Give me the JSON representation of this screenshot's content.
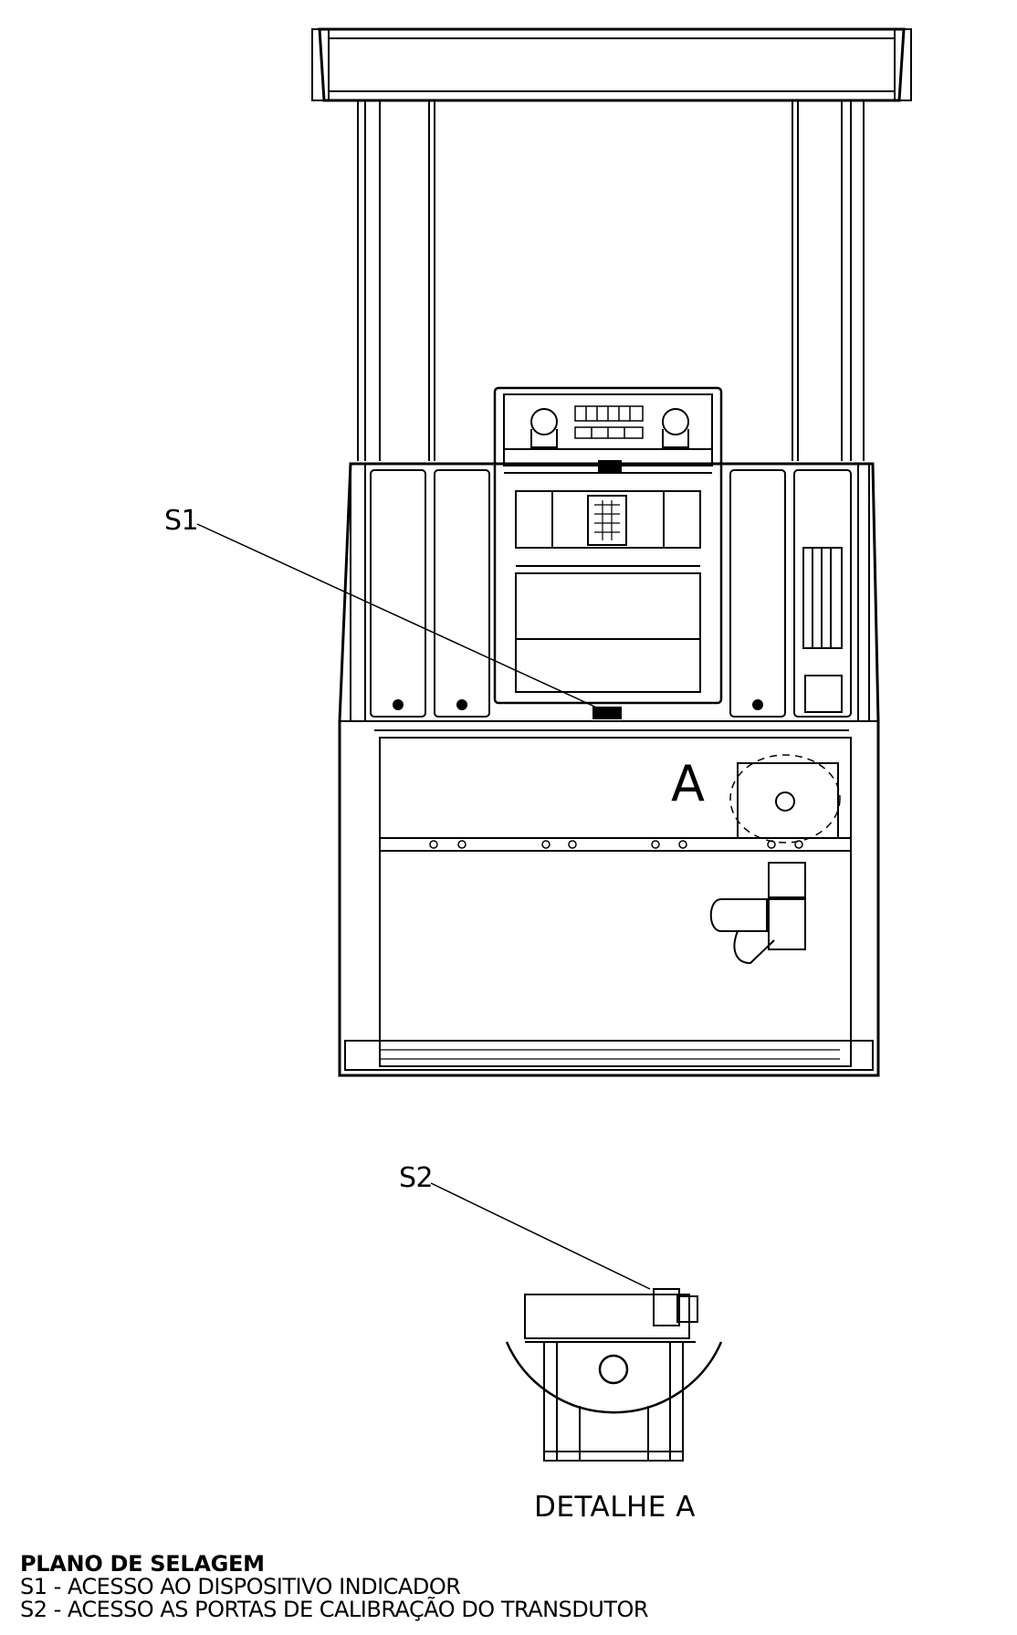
{
  "labels": {
    "s1": "S1",
    "a": "A",
    "s2": "S2",
    "detail_caption": "DETALHE A"
  },
  "legend": {
    "title": "PLANO DE SELAGEM",
    "items": [
      "S1 - ACESSO AO DISPOSITIVO INDICADOR",
      "S2 - ACESSO AS PORTAS DE CALIBRAÇÃO DO TRANSDUTOR"
    ]
  }
}
